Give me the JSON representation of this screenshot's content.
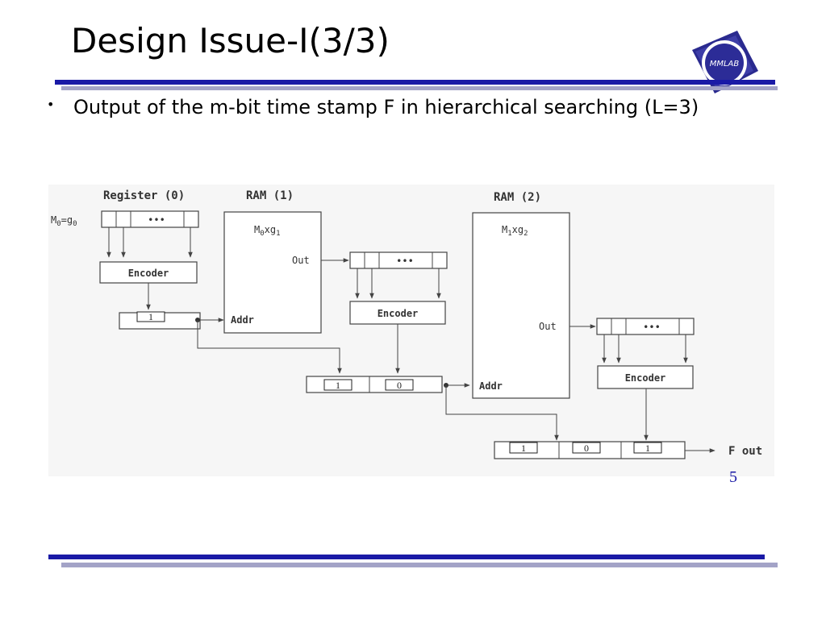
{
  "slide": {
    "title": "Design Issue-I(3/3)",
    "bullet": "•",
    "bullet_text": "Output of the m-bit time stamp F in hierarchical searching (L=3)",
    "page_number": "5"
  },
  "logo": {
    "text": "MMLAB"
  },
  "diagram": {
    "register_label": "Register (0)",
    "m0_label": "M",
    "m0_sub": "0",
    "g0_label": "=g",
    "g0_sub": "0",
    "dots": "•••",
    "encoder_label": "Encoder",
    "ram1_label": "RAM (1)",
    "ram1_content_main": "M",
    "ram1_content_sub0": "0",
    "ram1_content_mid": "xg",
    "ram1_content_sub1": "1",
    "ram2_label": "RAM (2)",
    "ram2_content_main": "M",
    "ram2_content_sub0": "1",
    "ram2_content_mid": "xg",
    "ram2_content_sub1": "2",
    "out_label": "Out",
    "addr_label": "Addr",
    "reg1_values": [
      "1"
    ],
    "reg2_values": [
      "1",
      "0"
    ],
    "reg3_values": [
      "1",
      "0",
      "1"
    ],
    "f_out_label": "F out"
  },
  "colors": {
    "accent_blue": "#1a1aa6",
    "accent_gray": "#a3a3c7",
    "diagram_bg": "#f6f6f6"
  }
}
